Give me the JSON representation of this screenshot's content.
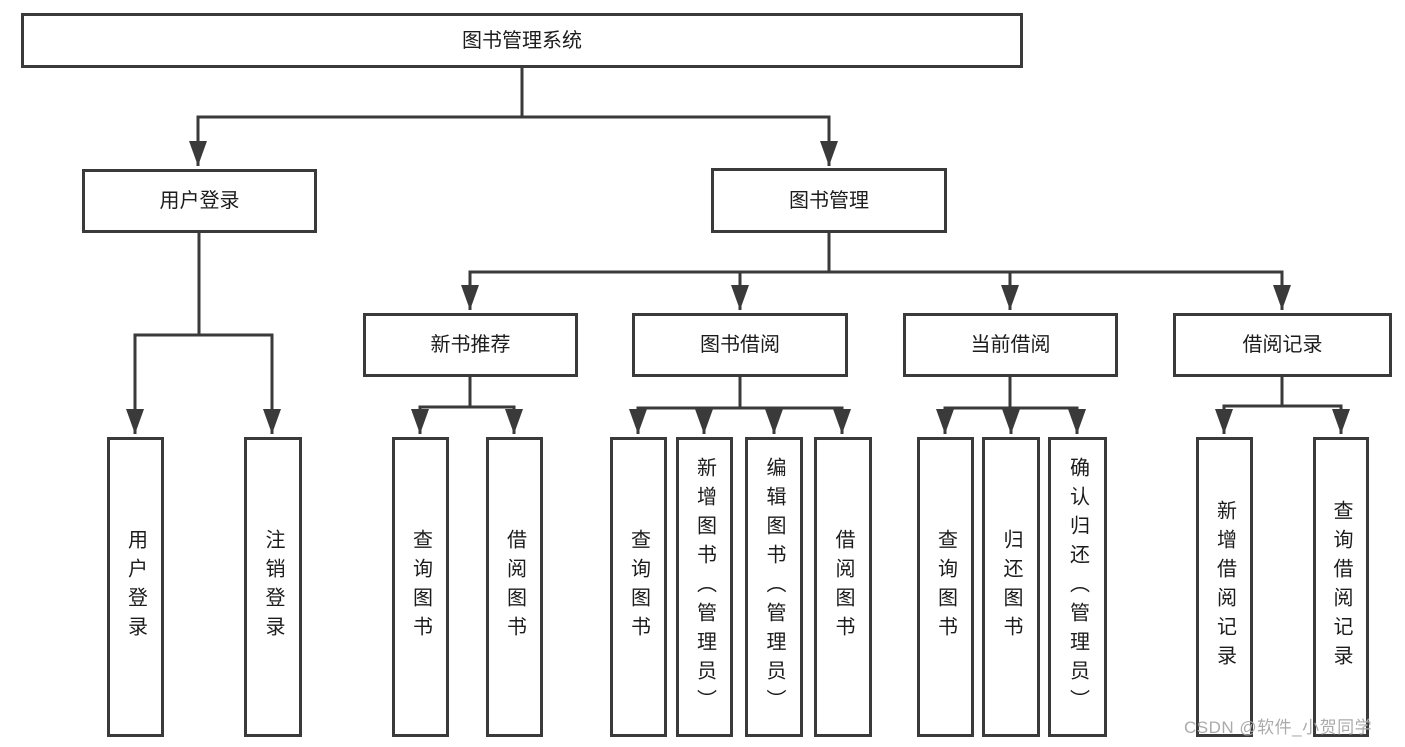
{
  "diagram": {
    "type": "tree",
    "root": {
      "label": "图书管理系统",
      "children": [
        {
          "label": "用户登录",
          "children": [
            {
              "label": "用户登录"
            },
            {
              "label": "注销登录"
            }
          ]
        },
        {
          "label": "图书管理",
          "children": [
            {
              "label": "新书推荐",
              "children": [
                {
                  "label": "查询图书"
                },
                {
                  "label": "借阅图书"
                }
              ]
            },
            {
              "label": "图书借阅",
              "children": [
                {
                  "label": "查询图书"
                },
                {
                  "label": "新增图书（管理员）"
                },
                {
                  "label": "编辑图书（管理员）"
                },
                {
                  "label": "借阅图书"
                }
              ]
            },
            {
              "label": "当前借阅",
              "children": [
                {
                  "label": "查询图书"
                },
                {
                  "label": "归还图书"
                },
                {
                  "label": "确认归还（管理员）"
                }
              ]
            },
            {
              "label": "借阅记录",
              "children": [
                {
                  "label": "新增借阅记录"
                },
                {
                  "label": "查询借阅记录"
                }
              ]
            }
          ]
        }
      ]
    }
  },
  "watermark": {
    "text": "CSDN @软件_小贺同学"
  },
  "colors": {
    "line": "#3a3a3a",
    "text": "#1c1c1c",
    "box_background": "#ffffff",
    "watermark": "#ababab"
  }
}
